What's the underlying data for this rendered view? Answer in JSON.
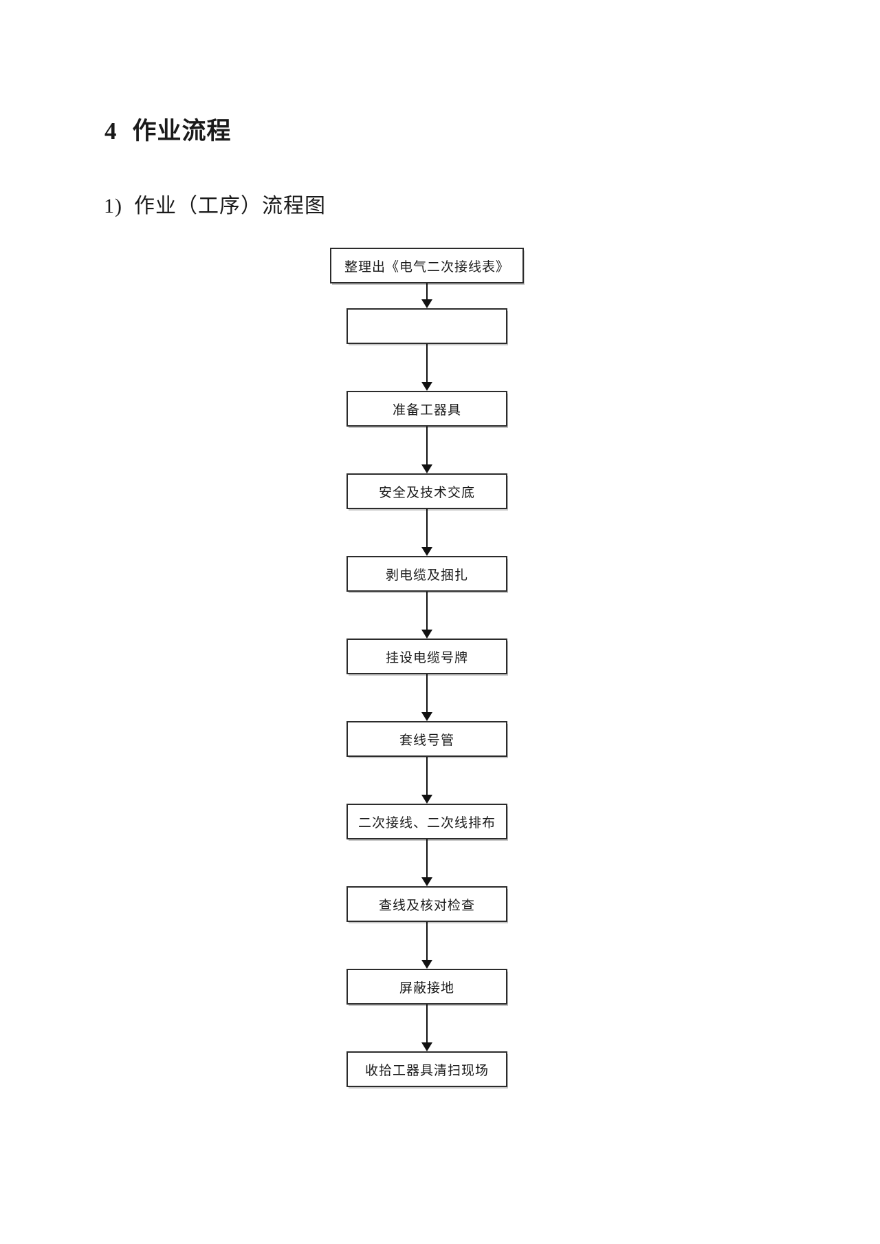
{
  "colors": {
    "text": "#1a1a1a",
    "box_border": "#2b2b2b",
    "arrow": "#111111",
    "background": "#ffffff"
  },
  "headings": {
    "section_number": "4",
    "section_title": "作业流程",
    "item_number": "1)",
    "item_title": "作业（工序）流程图"
  },
  "flowchart": {
    "steps": [
      {
        "label": "整理出《电气二次接线表》",
        "wide": true
      },
      {
        "label": "",
        "wide": false
      },
      {
        "label": "准备工器具",
        "wide": false
      },
      {
        "label": "安全及技术交底",
        "wide": false
      },
      {
        "label": "剥电缆及捆扎",
        "wide": false
      },
      {
        "label": "挂设电缆号牌",
        "wide": false
      },
      {
        "label": "套线号管",
        "wide": false
      },
      {
        "label": "二次接线、二次线排布",
        "wide": false
      },
      {
        "label": "查线及核对检查",
        "wide": false
      },
      {
        "label": "屏蔽接地",
        "wide": false
      },
      {
        "label": "收拾工器具清扫现场",
        "wide": false
      }
    ]
  }
}
